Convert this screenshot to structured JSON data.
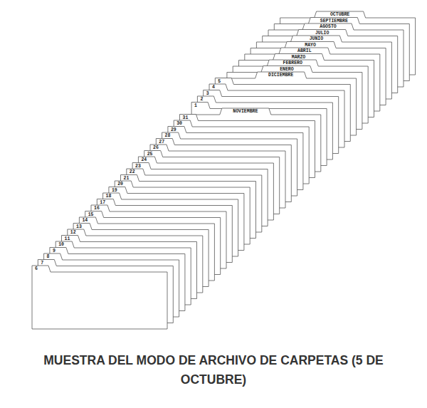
{
  "diagram": {
    "caption": "MUESTRA DEL MODO DE ARCHIVO DE CARPETAS (5 DE OCTUBRE)",
    "labels": [
      "OCTUBRE",
      "SEPTIEMBRE",
      "AGOSTO",
      "JULIO",
      "JUNIO",
      "MAYO",
      "ABRIL",
      "MARZO",
      "FEBRERO",
      "ENERO",
      "DICIEMBRE",
      "5",
      "4",
      "3",
      "2",
      "1",
      "NOVIEMBRE",
      "31",
      "30",
      "29",
      "28",
      "27",
      "26",
      "25",
      "24",
      "23",
      "22",
      "21",
      "20",
      "19",
      "18",
      "17",
      "16",
      "15",
      "14",
      "13",
      "12",
      "11",
      "10",
      "9",
      "8",
      "7",
      "6"
    ]
  }
}
